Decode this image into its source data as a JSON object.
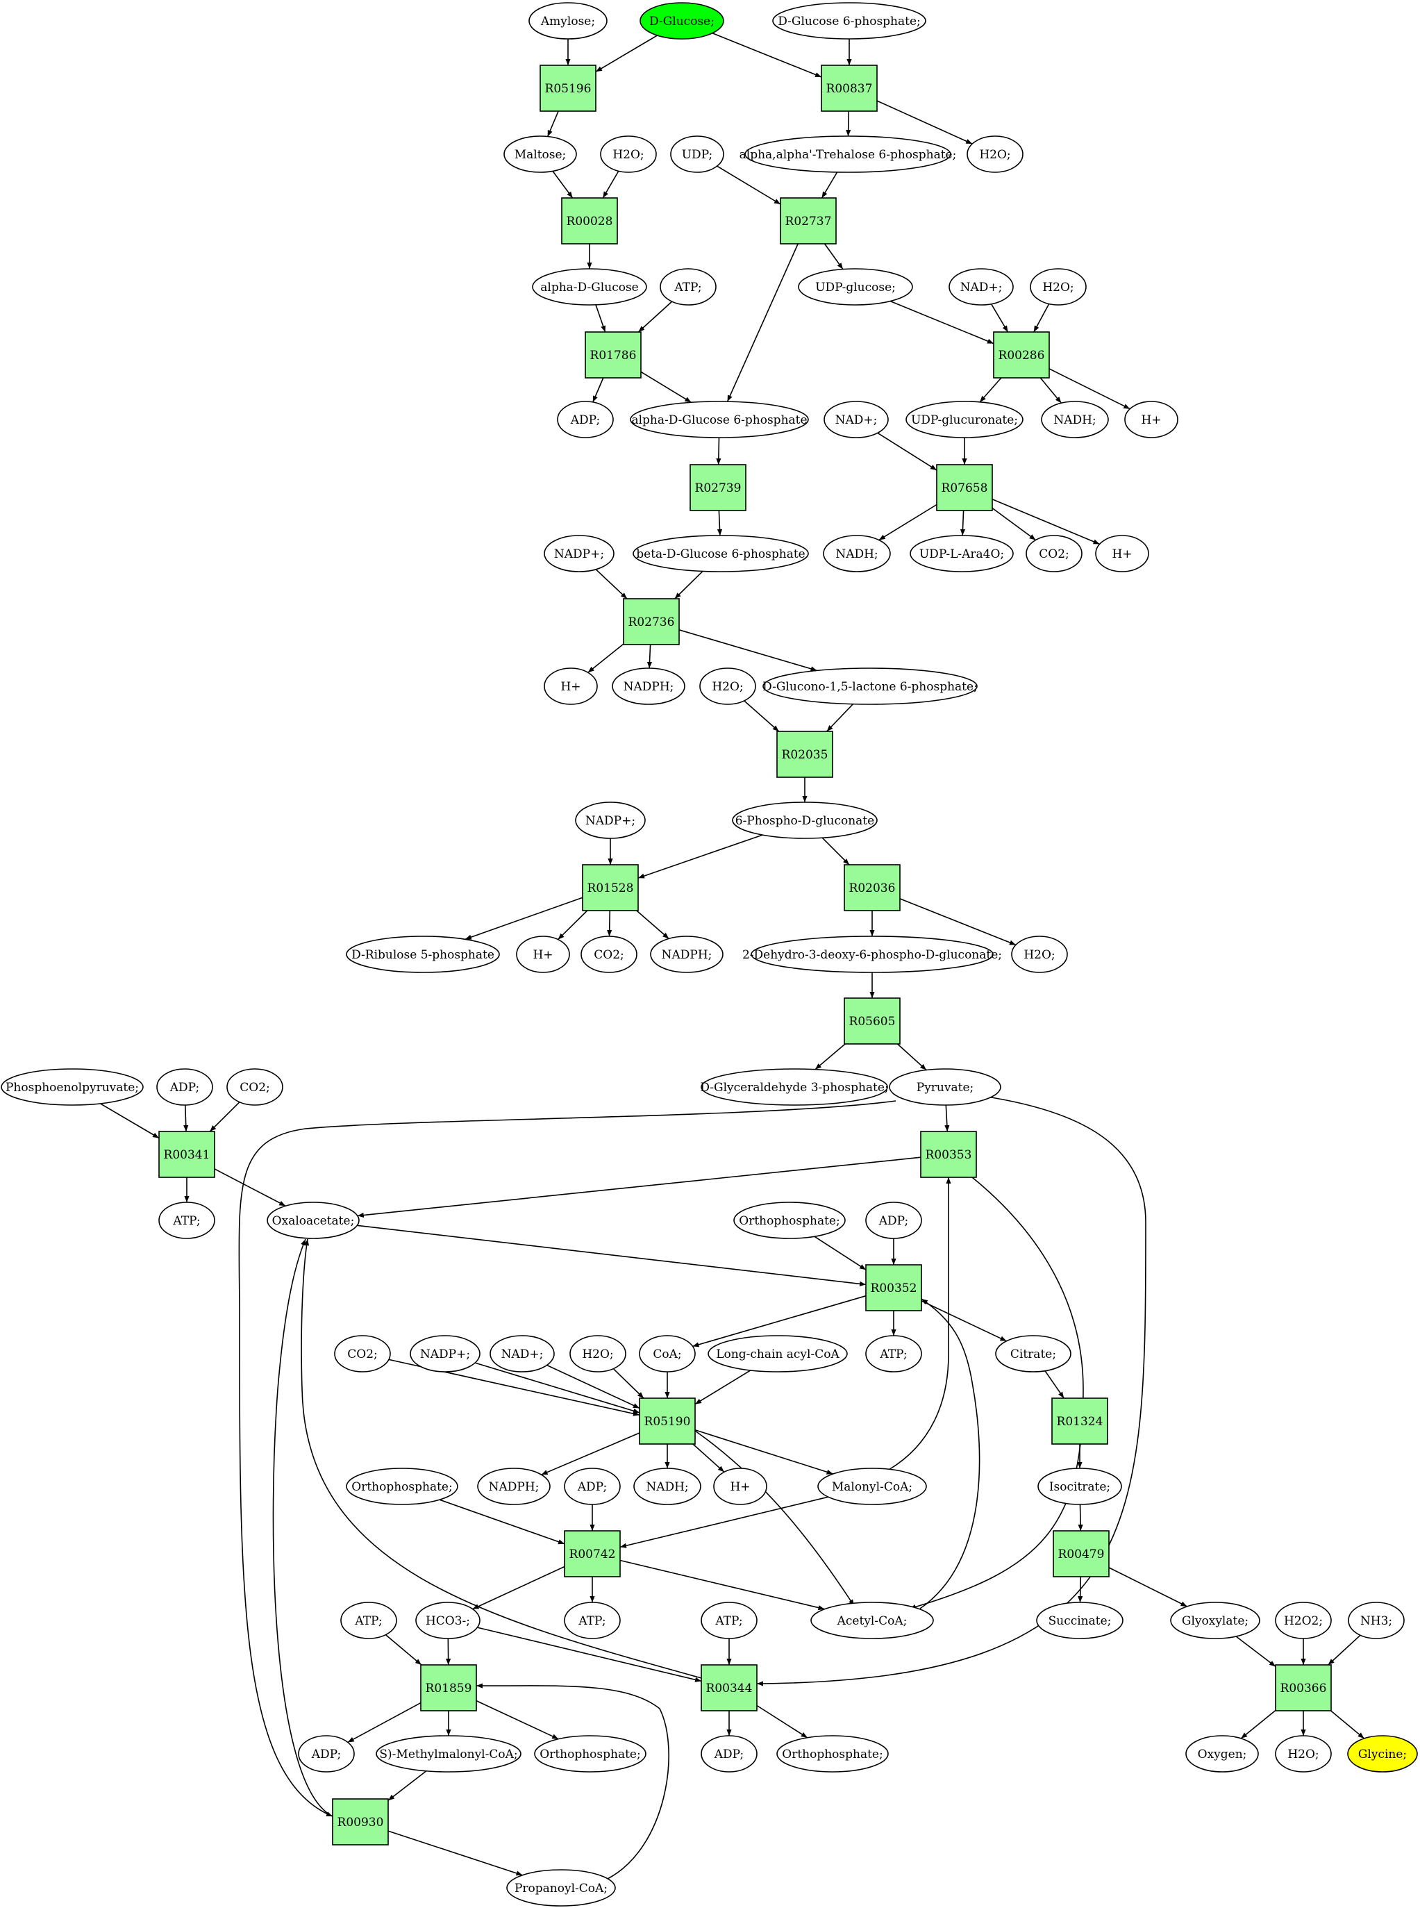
{
  "colors": {
    "reaction_fill": "#98fb98",
    "start_fill": "#00ff00",
    "target_fill": "#ffff00",
    "compound_fill": "#ffffff",
    "line": "#000000"
  },
  "reactions": [
    {
      "id": "r05196",
      "label": "R05196"
    },
    {
      "id": "r00837",
      "label": "R00837"
    },
    {
      "id": "r00028",
      "label": "R00028"
    },
    {
      "id": "r02737",
      "label": "R02737"
    },
    {
      "id": "r01786",
      "label": "R01786"
    },
    {
      "id": "r00286",
      "label": "R00286"
    },
    {
      "id": "r02739",
      "label": "R02739"
    },
    {
      "id": "r07658",
      "label": "R07658"
    },
    {
      "id": "r02736",
      "label": "R02736"
    },
    {
      "id": "r02035",
      "label": "R02035"
    },
    {
      "id": "r01528",
      "label": "R01528"
    },
    {
      "id": "r02036",
      "label": "R02036"
    },
    {
      "id": "r05605",
      "label": "R05605"
    },
    {
      "id": "r00341",
      "label": "R00341"
    },
    {
      "id": "r00353",
      "label": "R00353"
    },
    {
      "id": "r00352",
      "label": "R00352"
    },
    {
      "id": "r05190",
      "label": "R05190"
    },
    {
      "id": "r01324",
      "label": "R01324"
    },
    {
      "id": "r00742",
      "label": "R00742"
    },
    {
      "id": "r00479",
      "label": "R00479"
    },
    {
      "id": "r01859",
      "label": "R01859"
    },
    {
      "id": "r00344",
      "label": "R00344"
    },
    {
      "id": "r00366",
      "label": "R00366"
    },
    {
      "id": "r00930",
      "label": "R00930"
    }
  ],
  "compounds": [
    {
      "id": "amylose",
      "label": "Amylose;"
    },
    {
      "id": "dglucose",
      "label": "D-Glucose;",
      "role": "start"
    },
    {
      "id": "dg6p_top",
      "label": "D-Glucose 6-phosphate;"
    },
    {
      "id": "maltose",
      "label": "Maltose;"
    },
    {
      "id": "h2o_1",
      "label": "H2O;"
    },
    {
      "id": "udp",
      "label": "UDP;"
    },
    {
      "id": "trehalose6p",
      "label": "alpha,alpha'-Trehalose 6-phosphate;"
    },
    {
      "id": "h2o_2",
      "label": "H2O;"
    },
    {
      "id": "adglucose",
      "label": "alpha-D-Glucose"
    },
    {
      "id": "atp_1",
      "label": "ATP;"
    },
    {
      "id": "udpglucose",
      "label": "UDP-glucose;"
    },
    {
      "id": "nadp_plus_a",
      "label": "NAD+;"
    },
    {
      "id": "h2o_3",
      "label": "H2O;"
    },
    {
      "id": "adp_1",
      "label": "ADP;"
    },
    {
      "id": "adg6p",
      "label": "alpha-D-Glucose 6-phosphate"
    },
    {
      "id": "nadh_1",
      "label": "NADH;"
    },
    {
      "id": "hplus_1",
      "label": "H+"
    },
    {
      "id": "nad_2",
      "label": "NAD+;"
    },
    {
      "id": "udpglucuronate",
      "label": "UDP-glucuronate;"
    },
    {
      "id": "bdg6p",
      "label": "beta-D-Glucose 6-phosphate"
    },
    {
      "id": "nadp_1",
      "label": "NADP+;"
    },
    {
      "id": "nadh_2",
      "label": "NADH;"
    },
    {
      "id": "udplara4o",
      "label": "UDP-L-Ara4O;"
    },
    {
      "id": "co2_1",
      "label": "CO2;"
    },
    {
      "id": "hplus_2",
      "label": "H+"
    },
    {
      "id": "hplus_3",
      "label": "H+"
    },
    {
      "id": "nadph_1",
      "label": "NADPH;"
    },
    {
      "id": "h2o_4",
      "label": "H2O;"
    },
    {
      "id": "dgluconolactone",
      "label": "D-Glucono-1,5-lactone 6-phosphate;"
    },
    {
      "id": "pgluconate",
      "label": "6-Phospho-D-gluconate"
    },
    {
      "id": "nadp_2",
      "label": "NADP+;"
    },
    {
      "id": "dribulose",
      "label": "D-Ribulose 5-phosphate"
    },
    {
      "id": "hplus_4",
      "label": "H+"
    },
    {
      "id": "co2_2",
      "label": "CO2;"
    },
    {
      "id": "nadph_2",
      "label": "NADPH;"
    },
    {
      "id": "kdpg",
      "label": "2-Dehydro-3-deoxy-6-phospho-D-gluconate;"
    },
    {
      "id": "h2o_5",
      "label": "H2O;"
    },
    {
      "id": "pep",
      "label": "Phosphoenolpyruvate;"
    },
    {
      "id": "adp_2",
      "label": "ADP;"
    },
    {
      "id": "co2_3",
      "label": "CO2;"
    },
    {
      "id": "gap",
      "label": "D-Glyceraldehyde 3-phosphate;"
    },
    {
      "id": "pyruvate",
      "label": "Pyruvate;"
    },
    {
      "id": "atp_2",
      "label": "ATP;"
    },
    {
      "id": "oxaloacetate",
      "label": "Oxaloacetate;"
    },
    {
      "id": "orthophosphate_1",
      "label": "Orthophosphate;"
    },
    {
      "id": "adp_3",
      "label": "ADP;"
    },
    {
      "id": "co2_4",
      "label": "CO2;"
    },
    {
      "id": "nadp_3",
      "label": "NADP+;"
    },
    {
      "id": "nad_3",
      "label": "NAD+;"
    },
    {
      "id": "h2o_6",
      "label": "H2O;"
    },
    {
      "id": "coa",
      "label": "CoA;"
    },
    {
      "id": "lcacoa",
      "label": "Long-chain acyl-CoA"
    },
    {
      "id": "atp_3",
      "label": "ATP;"
    },
    {
      "id": "citrate",
      "label": "Citrate;"
    },
    {
      "id": "orthophosphate_2",
      "label": "Orthophosphate;"
    },
    {
      "id": "nadph_3",
      "label": "NADPH;"
    },
    {
      "id": "adp_4",
      "label": "ADP;"
    },
    {
      "id": "nadh_3",
      "label": "NADH;"
    },
    {
      "id": "hplus_5",
      "label": "H+"
    },
    {
      "id": "malonylcoa",
      "label": "Malonyl-CoA;"
    },
    {
      "id": "isocitrate",
      "label": "Isocitrate;"
    },
    {
      "id": "atp_4",
      "label": "ATP;"
    },
    {
      "id": "hco3",
      "label": "HCO3-;"
    },
    {
      "id": "atp_5",
      "label": "ATP;"
    },
    {
      "id": "atp_6",
      "label": "ATP;"
    },
    {
      "id": "acetylcoa",
      "label": "Acetyl-CoA;"
    },
    {
      "id": "succinate",
      "label": "Succinate;"
    },
    {
      "id": "glyoxylate",
      "label": "Glyoxylate;"
    },
    {
      "id": "h2o2",
      "label": "H2O2;"
    },
    {
      "id": "nh3",
      "label": "NH3;"
    },
    {
      "id": "adp_5",
      "label": "ADP;"
    },
    {
      "id": "smethylmalonyl",
      "label": "S)-Methylmalonyl-CoA;"
    },
    {
      "id": "orthophosphate_3",
      "label": "Orthophosphate;"
    },
    {
      "id": "adp_6",
      "label": "ADP;"
    },
    {
      "id": "orthophosphate_4",
      "label": "Orthophosphate;"
    },
    {
      "id": "oxygen",
      "label": "Oxygen;"
    },
    {
      "id": "h2o_7",
      "label": "H2O;"
    },
    {
      "id": "glycine",
      "label": "Glycine;",
      "role": "target"
    },
    {
      "id": "propanoylcoa",
      "label": "Propanoyl-CoA;"
    }
  ]
}
